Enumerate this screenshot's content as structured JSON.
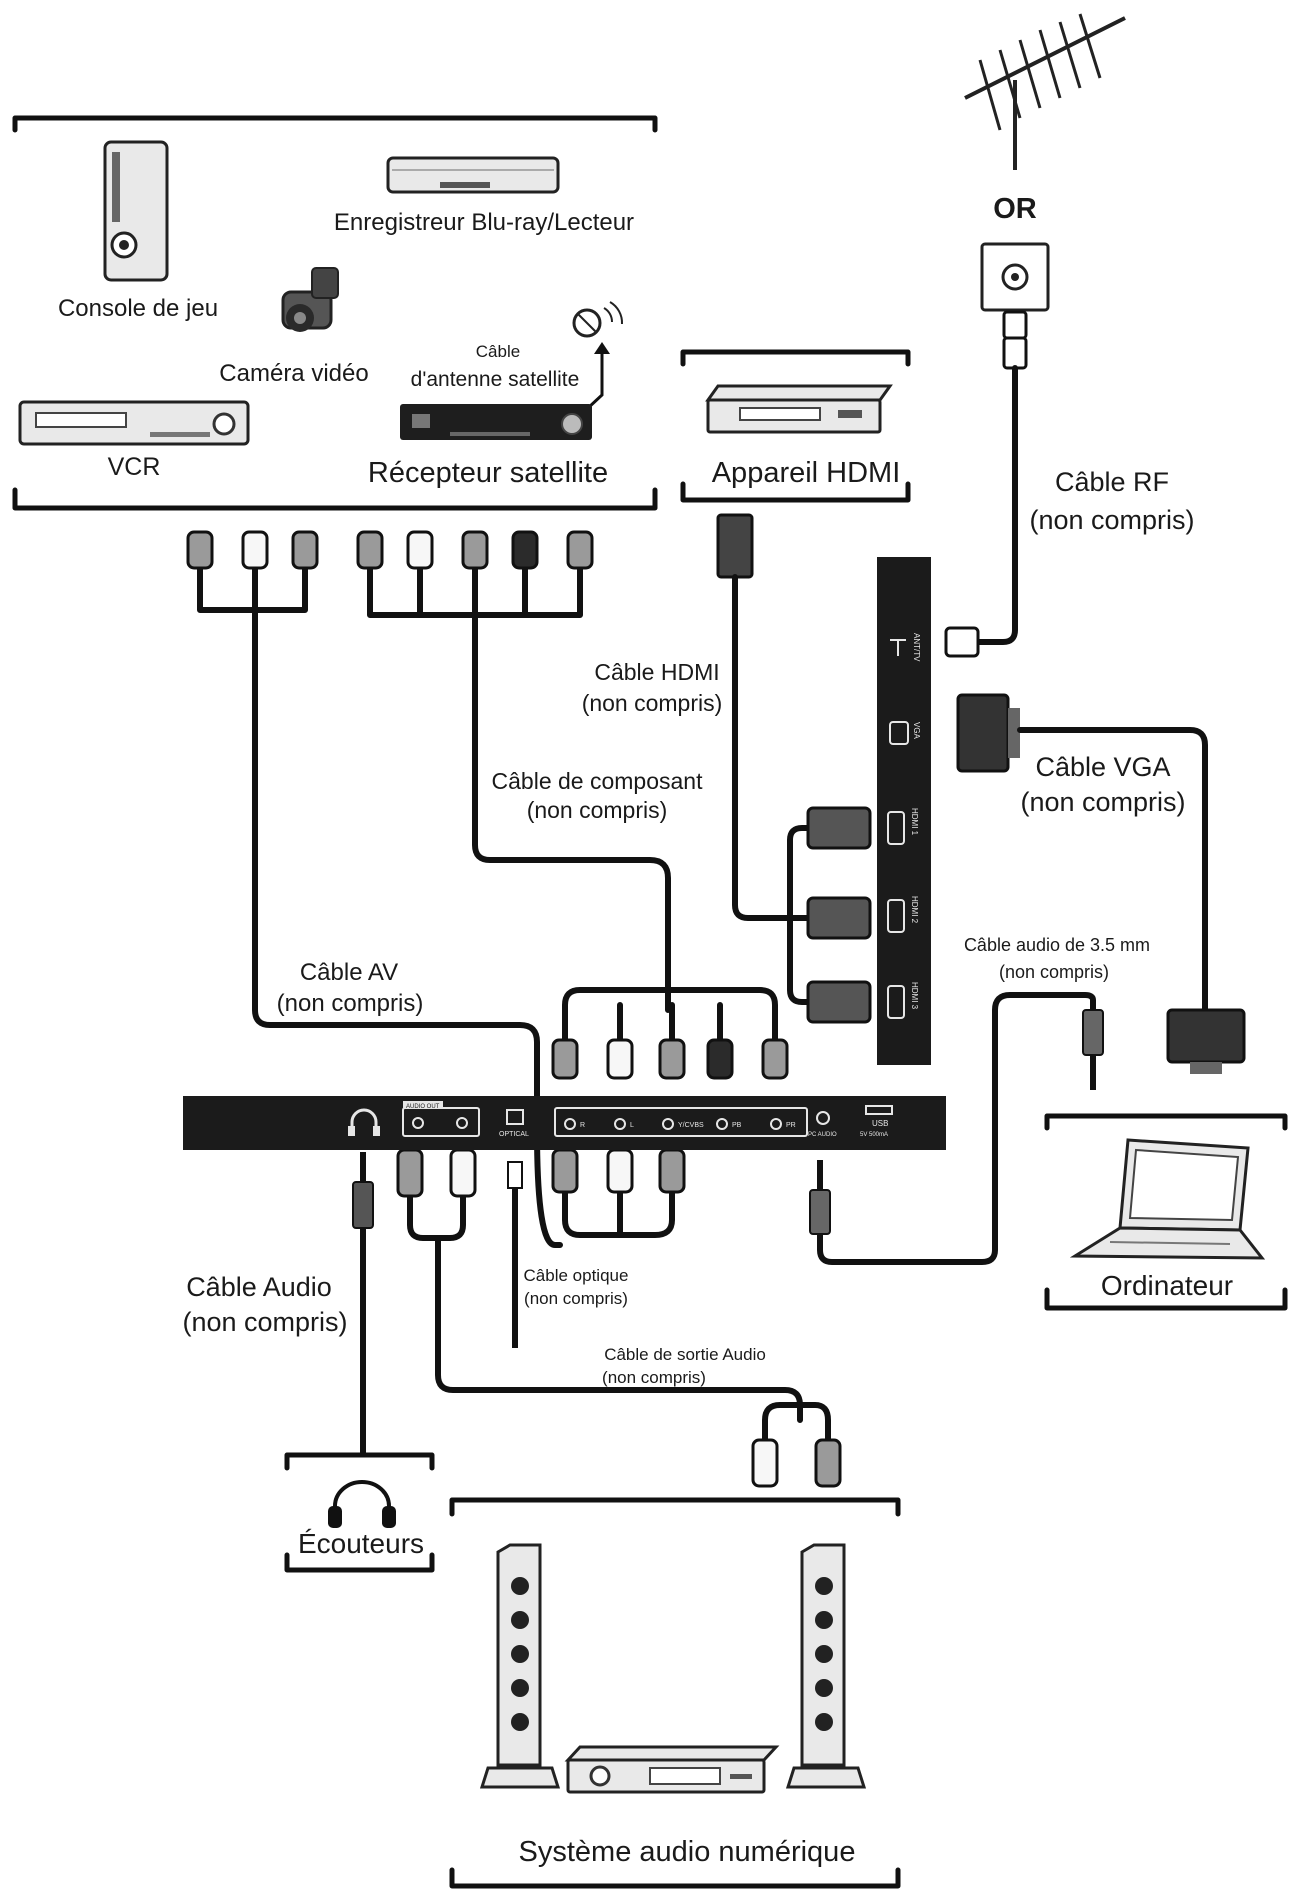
{
  "labels": {
    "or": "OR",
    "bluray": "Enregistreur Blu-ray/Lecteur",
    "console": "Console de jeu",
    "camera": "Caméra vidéo",
    "sat_cable_1": "Câble",
    "sat_cable_2": "d'antenne satellite",
    "vcr": "VCR",
    "sat_receiver": "Récepteur satellite",
    "hdmi_device": "Appareil HDMI",
    "rf_cable_1": "Câble RF",
    "rf_cable_2": "(non compris)",
    "hdmi_cable_1": "Câble HDMI",
    "hdmi_cable_2": "(non compris)",
    "vga_cable_1": "Câble VGA",
    "vga_cable_2": "(non compris)",
    "component_cable_1": "Câble de composant",
    "component_cable_2": "(non compris)",
    "audio35_1": "Câble audio de 3.5 mm",
    "audio35_2": "(non compris)",
    "av_cable_1": "Câble AV",
    "av_cable_2": "(non compris)",
    "optical_1": "Câble optique",
    "optical_2": "(non compris)",
    "audio_cable_1": "Câble Audio",
    "audio_cable_2": "(non compris)",
    "audio_out_1": "Câble de sortie Audio",
    "audio_out_2": "(non compris)",
    "computer": "Ordinateur",
    "headphones": "Écouteurs",
    "digital_audio": "Système audio numérique"
  },
  "ports": {
    "rf": "ANT/TV",
    "vga": "VGA",
    "hdmi1": "HDMI 1",
    "hdmi2": "HDMI 2",
    "hdmi3": "HDMI 3",
    "audio_out": "AUDIO OUT",
    "optical": "OPTICAL",
    "r": "R",
    "l": "L",
    "y_cvbs": "Y/CVBS",
    "pb": "PB",
    "pr": "PR",
    "pc_audio": "PC AUDIO",
    "usb_1": "USB",
    "usb_2": "5V 500mA"
  }
}
